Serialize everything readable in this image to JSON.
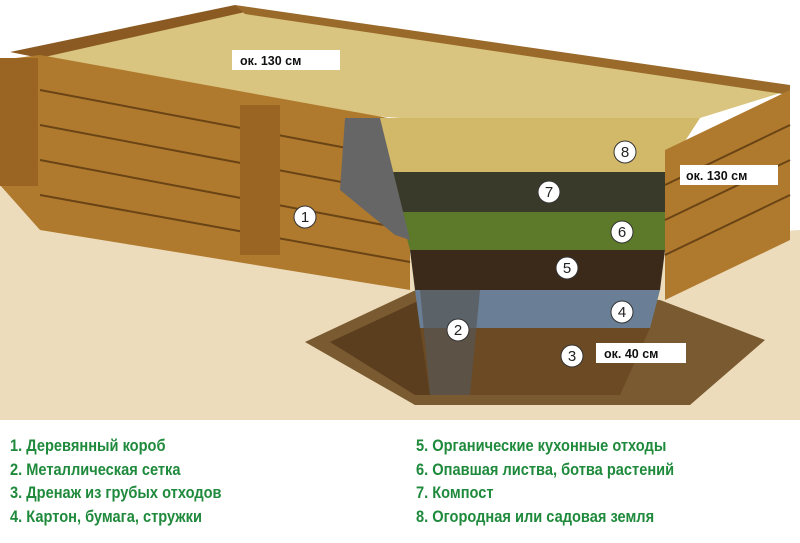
{
  "dimensions": {
    "width_label": "ок. 130 см",
    "height_label": "ок. 130 см",
    "pit_depth_label": "ок. 40 см"
  },
  "markers": [
    "1",
    "2",
    "3",
    "4",
    "5",
    "6",
    "7",
    "8"
  ],
  "legend": {
    "left": [
      "1. Деревянный короб",
      "2. Металлическая сетка",
      "3. Дренаж из грубых отходов",
      "4. Картон, бумага, стружки"
    ],
    "right": [
      "5. Органические кухонные отходы",
      "6. Опавшая листва, ботва растений",
      "7. Компост",
      "8. Огородная или садовая земля"
    ]
  },
  "colors": {
    "legend_text": "#1f8a3c",
    "wood": "#b07a2e",
    "sand": "#d9c27a",
    "compost": "#3a3a2a",
    "leaves": "#5c7a2a",
    "kitchen_waste": "#3b2a1a",
    "cardboard": "#6a7f95",
    "ground": "#e8d8b8"
  }
}
